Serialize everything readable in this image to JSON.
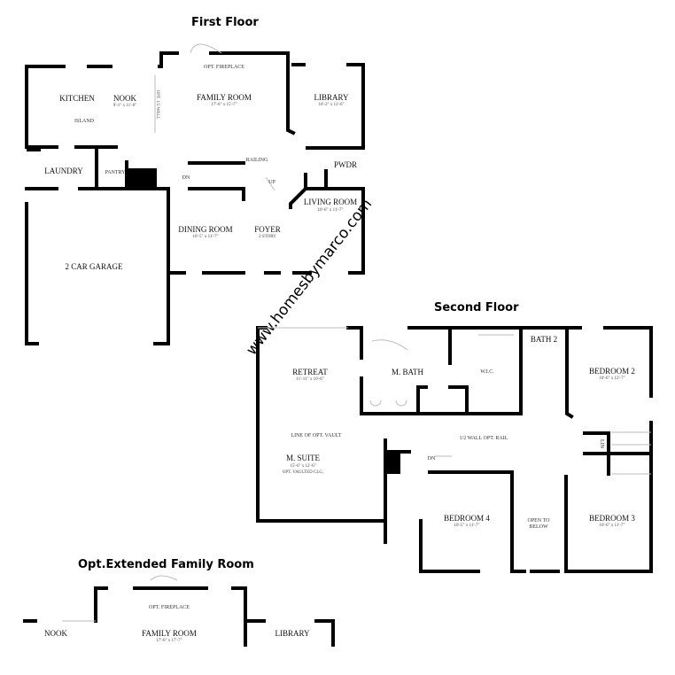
{
  "titles": {
    "first": "First Floor",
    "second": "Second Floor",
    "extended": "Opt.Extended Family Room"
  },
  "watermark": "www.homesbymarco.com",
  "first_floor": {
    "kitchen": "KITCHEN",
    "island": "ISLAND",
    "nook": "NOOK",
    "nook_dim": "9'-1\" x 11'-0\"",
    "opt_wall": "OPT. 1/2 WALL",
    "opt_fireplace": "OPT. FIREPLACE",
    "family_room": "FAMILY ROOM",
    "family_room_dim": "17'-6\" x 15'-7\"",
    "library": "LIBRARY",
    "library_dim": "10'-2\" x 11'-6\"",
    "laundry": "LAUNDRY",
    "pantry": "PANTRY",
    "railing": "RAILING",
    "dn": "DN",
    "up": "UP",
    "pwdr": "PWDR",
    "dining_room": "DINING ROOM",
    "dining_room_dim": "10'-5\" x 11'-7\"",
    "foyer": "FOYER",
    "foyer_sub": "2 STORY",
    "living_room": "LIVING ROOM",
    "living_room_dim": "10'-6\" x 11'-7\"",
    "garage": "2 CAR GARAGE"
  },
  "second_floor": {
    "retreat": "RETREAT",
    "retreat_dim": "11'-11\" x 10'-6\"",
    "m_bath": "M. BATH",
    "wic": "W.I.C.",
    "bath2": "BATH 2",
    "bedroom2": "BEDROOM 2",
    "bedroom2_dim": "10'-6\" x 12'-7\"",
    "line_vault": "LINE OF OPT. VAULT",
    "half_wall": "1/2 WALL OPT. RAIL",
    "m_suite": "M. SUITE",
    "m_suite_dim": "15'-6\" x 12'-6\"",
    "m_suite_sub": "OPT. VAULTED CLG.",
    "dn": "DN",
    "lin": "LIN",
    "bedroom4": "BEDROOM 4",
    "bedroom4_dim": "10'-5\" x 11'-7\"",
    "open_to": "OPEN TO",
    "below": "BELOW",
    "bedroom3": "BEDROOM 3",
    "bedroom3_dim": "10'-6\" x 11'-7\""
  },
  "extended": {
    "nook": "NOOK",
    "opt_fireplace": "OPT. FIREPLACE",
    "family_room": "FAMILY ROOM",
    "family_room_dim": "17'-6\" x 17'-7\"",
    "library": "LIBRARY"
  }
}
